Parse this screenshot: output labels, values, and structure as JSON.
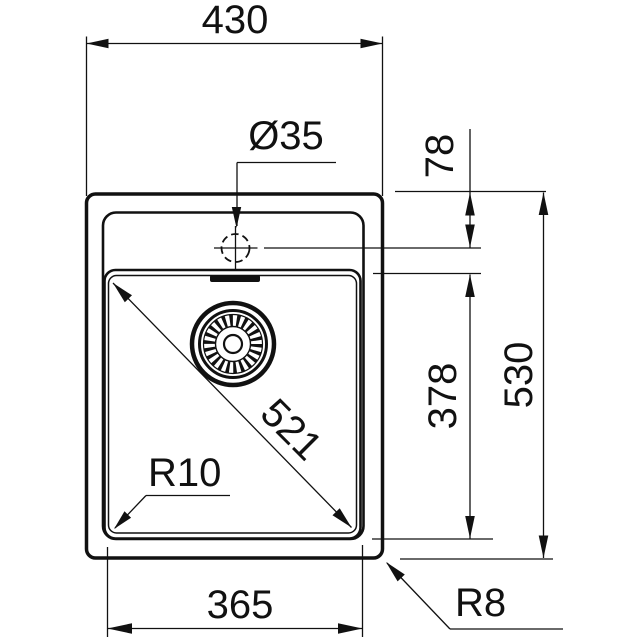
{
  "page": {
    "background": "#ffffff"
  },
  "drawing": {
    "type": "technical-dimension-drawing",
    "subject": "kitchen sink, top view with installation dimensions",
    "units": "mm",
    "line_color": "#111111",
    "labels": {
      "overall_width": "430",
      "faucet_hole_diameter": "Ø35",
      "faucet_center_offset": "78",
      "overall_depth": "530",
      "bowl_inner_depth": "378",
      "bowl_diagonal": "521",
      "bowl_corner_radius": "R10",
      "bowl_inner_width": "365",
      "outer_corner_radius": "R8"
    }
  }
}
